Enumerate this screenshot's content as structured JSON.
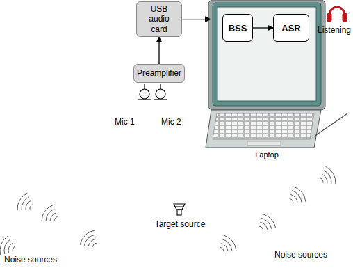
{
  "diagram": {
    "nodes": [
      {
        "text": [
          "USB audio card"
        ]
      },
      {
        "text": [
          "Laptop"
        ]
      },
      {
        "text": [
          "BSS"
        ],
        "in": 1
      },
      {
        "text": [
          "ASR"
        ],
        "in": 1
      },
      {
        "text": [
          "Preamplifier"
        ]
      }
    ],
    "edges": [
      {
        "from": 4,
        "to": 0,
        "arrow": "to"
      },
      {
        "from": 0,
        "to": 1,
        "arrow": "to"
      },
      {
        "from": 2,
        "to": 3,
        "arrow": "to"
      }
    ],
    "labels": [
      "Listening",
      "Mic 1",
      "Mic 2",
      "Target source",
      "Noise sources",
      "Noise sources"
    ]
  }
}
